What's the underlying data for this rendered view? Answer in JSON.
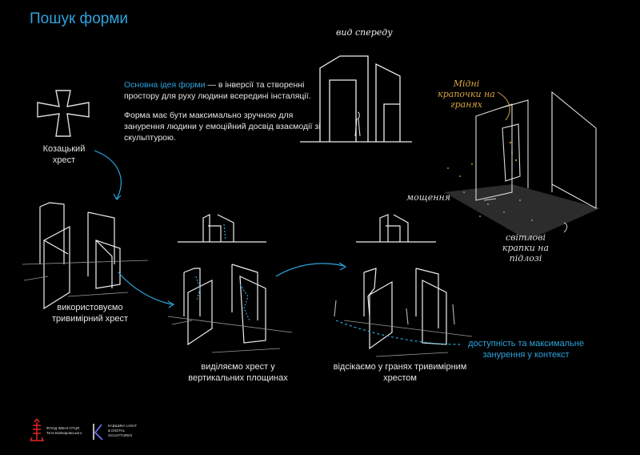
{
  "title": "Пошук форми",
  "cross_label": "Козацький хрест",
  "intro": {
    "accent": "Основна ідея форми",
    "rest": " — в інверсії та створенні простору для руху людини всередині інсталяції.",
    "second": "Форма має бути максимально зручною для занурення людини у емоційний досвід взаємодії зі скульптурою."
  },
  "sketch_notes": {
    "front_view": "вид спереду",
    "copper_dots": "Мідні крапочки на гранях",
    "paving": "мощення",
    "floor_lights": "світлові крапки на підлозі"
  },
  "steps": [
    "використовуємо тривимірний хрест",
    "виділяємо хрест у вертикальних площинах",
    "відсікаємо у гранях тривимірним хрестом"
  ],
  "accessibility_note": "доступність та максимальне занурення у контекст",
  "logos": {
    "foundation": "ФОНД ІМЕНІ ОТЦЯ Тита Войнаровського",
    "studio": "КАВШИКА LIGHT & DIGITAL SCULPTURES"
  },
  "colors": {
    "accent": "#2ea3dc",
    "gold": "#d9a441",
    "logo_red": "#e0262b"
  }
}
